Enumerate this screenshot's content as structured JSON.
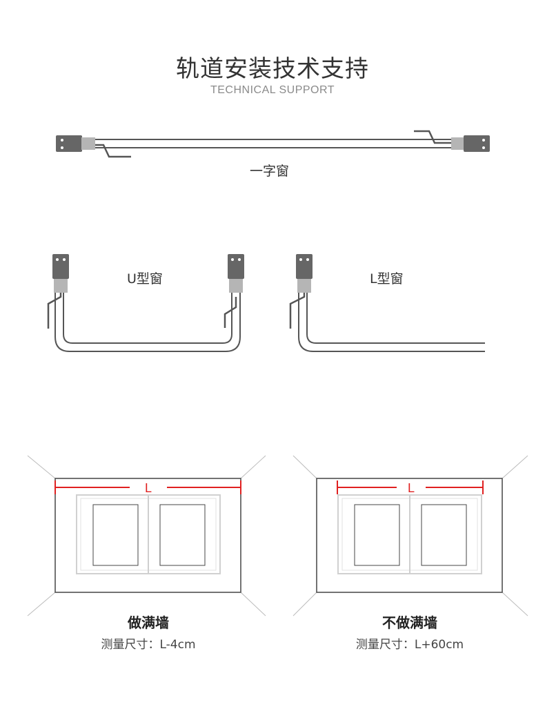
{
  "header": {
    "title": "轨道安装技术支持",
    "subtitle": "TECHNICAL SUPPORT"
  },
  "rails": {
    "straight_label": "一字窗",
    "u_label": "U型窗",
    "l_label": "L型窗"
  },
  "walls": [
    {
      "marker": "L",
      "caption": "做满墙",
      "measure": "测量尺寸：L-4cm"
    },
    {
      "marker": "L",
      "caption": "不做满墙",
      "measure": "测量尺寸：L+60cm"
    }
  ],
  "colors": {
    "rail": "#555555",
    "bracket": "#666666",
    "connector": "#b5b5b5",
    "measure_line": "#e02020",
    "wall_line": "#444444"
  }
}
